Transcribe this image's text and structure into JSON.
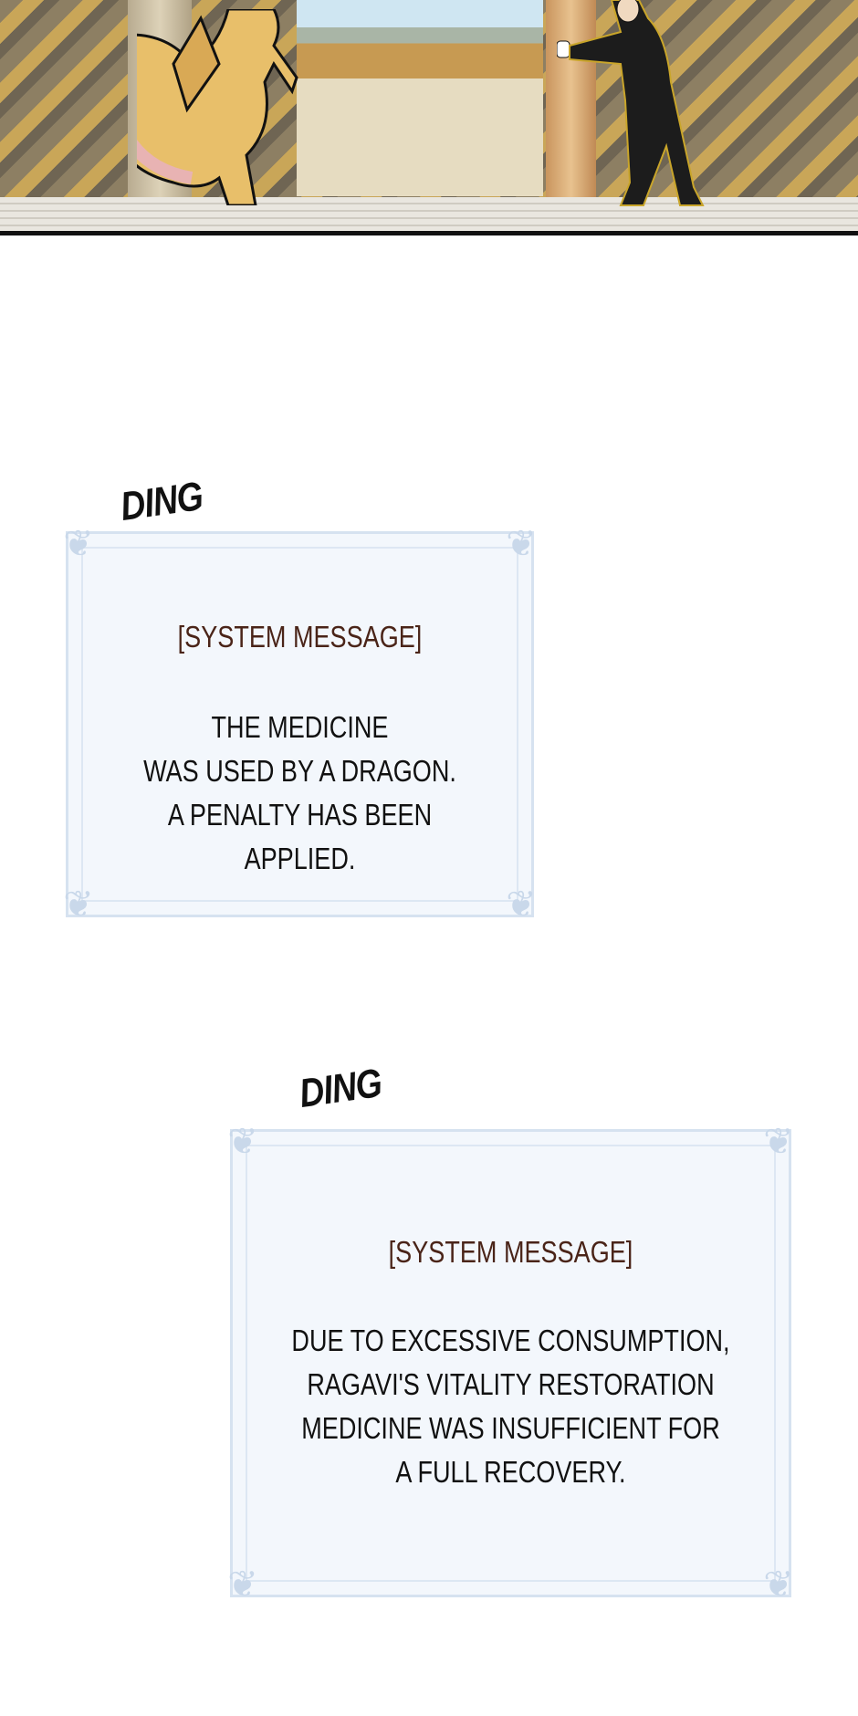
{
  "sfx": [
    "DING",
    "DING"
  ],
  "messages": [
    {
      "title": "[SYSTEM MESSAGE]",
      "lines": [
        "THE MEDICINE",
        "WAS USED BY A DRAGON.",
        "A PENALTY HAS BEEN APPLIED."
      ]
    },
    {
      "title": "[SYSTEM MESSAGE]",
      "lines": [
        "DUE TO EXCESSIVE CONSUMPTION,",
        "RAGAVI'S VITALITY RESTORATION",
        "MEDICINE WAS INSUFFICIENT FOR",
        "A FULL RECOVERY."
      ]
    }
  ]
}
